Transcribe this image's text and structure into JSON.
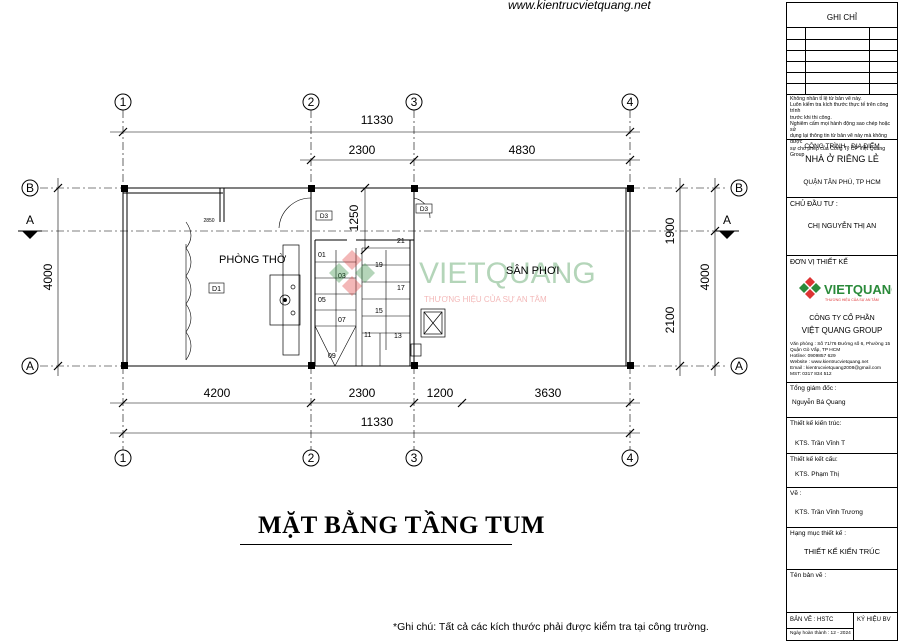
{
  "website": "www.kientrucvietquang.net",
  "drawing_title": "MẶT BẰNG TẦNG TUM",
  "note": "*Ghi chú: Tất cả các kích thước phải được kiểm tra tại công trường.",
  "grid": {
    "cols": [
      "1",
      "2",
      "3",
      "4"
    ],
    "rows": [
      "B",
      "A"
    ],
    "section_mark": "A"
  },
  "dimensions": {
    "top_total": "11330",
    "top_seg1": "2300",
    "top_seg2": "4830",
    "bottom_seg1": "4200",
    "bottom_seg2": "2300",
    "bottom_seg3": "1200",
    "bottom_seg4": "3630",
    "bottom_total": "11330",
    "left_height": "4000",
    "right_height": "4000",
    "right_upper": "1900",
    "right_lower": "2100",
    "stair_gap": "1250",
    "small_dim": "2850"
  },
  "rooms": {
    "altar": "PHÒNG THỜ",
    "terrace": "SÂN PHƠI"
  },
  "doors": {
    "d1": "D1",
    "d3_left": "D3",
    "d3_right": "D3"
  },
  "steps": {
    "left": [
      "01",
      "03",
      "05",
      "07",
      "09"
    ],
    "right": [
      "21",
      "19",
      "17",
      "15",
      "13",
      "11"
    ]
  },
  "watermark": {
    "brand": "VIETQUANG",
    "slogan": "THƯƠNG HIỆU CỦA SỰ AN TÂM"
  },
  "title_block": {
    "notes_header": "GHI CHỈ",
    "disclaimer": [
      "Không nhân tỉ lệ từ bản vẽ này.",
      "Luôn kiểm tra kích thước thực tế trên công trình",
      "trước khi thi công.",
      "Nghiêm cấm mọi hành động sao chép hoặc sử",
      "dụng lại thông tin từ bản vẽ này mà không được",
      "sự cho phép của Công Ty CP Việt Quang Group"
    ],
    "project_label": "CÔNG TRÌNH - ĐỊA ĐIỂM",
    "project_name": "NHÀ Ở RIÊNG LẺ",
    "project_location": "QUẬN TÂN PHÚ, TP HCM",
    "owner_label": "CHỦ ĐẦU TƯ :",
    "owner_name": "CHỊ NGUYỄN THỊ AN",
    "designer_label": "ĐƠN VỊ THIẾT KẾ",
    "logo_text": "VIETQUANG",
    "logo_slogan": "THƯƠNG HIỆU CỦA SỰ AN TÂM",
    "company_line1": "CÔNG TY CỔ PHẦN",
    "company_line2": "VIỆT QUANG GROUP",
    "address": [
      "Văn phòng : Số 71/76 Đường số 6, Phường 15",
      "Quận Gò Vấp, TP HCM",
      "Hotline: 0909857 629",
      "Website : www.kientrucvietquang.net",
      "Email : kientrucvietquang2008@gmail.com",
      "MST: 0317 834 512"
    ],
    "director_label": "Tổng giám đốc :",
    "director_name": "Nguyễn Bá Quang",
    "arch_label": "Thiết kế kiến trúc:",
    "arch_name": "KTS. Trần Vĩnh T",
    "struct_label": "Thiết kế kết cấu:",
    "struct_name": "KTS.   Phạm Thị",
    "draw_label": "Vẽ :",
    "draw_name": "KTS. Trần Vĩnh Trương",
    "category_label": "Hạng mục thiết kế :",
    "category_name": "THIẾT KẾ KIẾN TRÚC",
    "drawing_name_label": "Tên bản vẽ :",
    "sheet_label": "BẢN VẼ : HSTC",
    "code_label": "KÝ HIỆU BV",
    "date_label": "Ngày hoàn thành : 12 - 2024"
  }
}
